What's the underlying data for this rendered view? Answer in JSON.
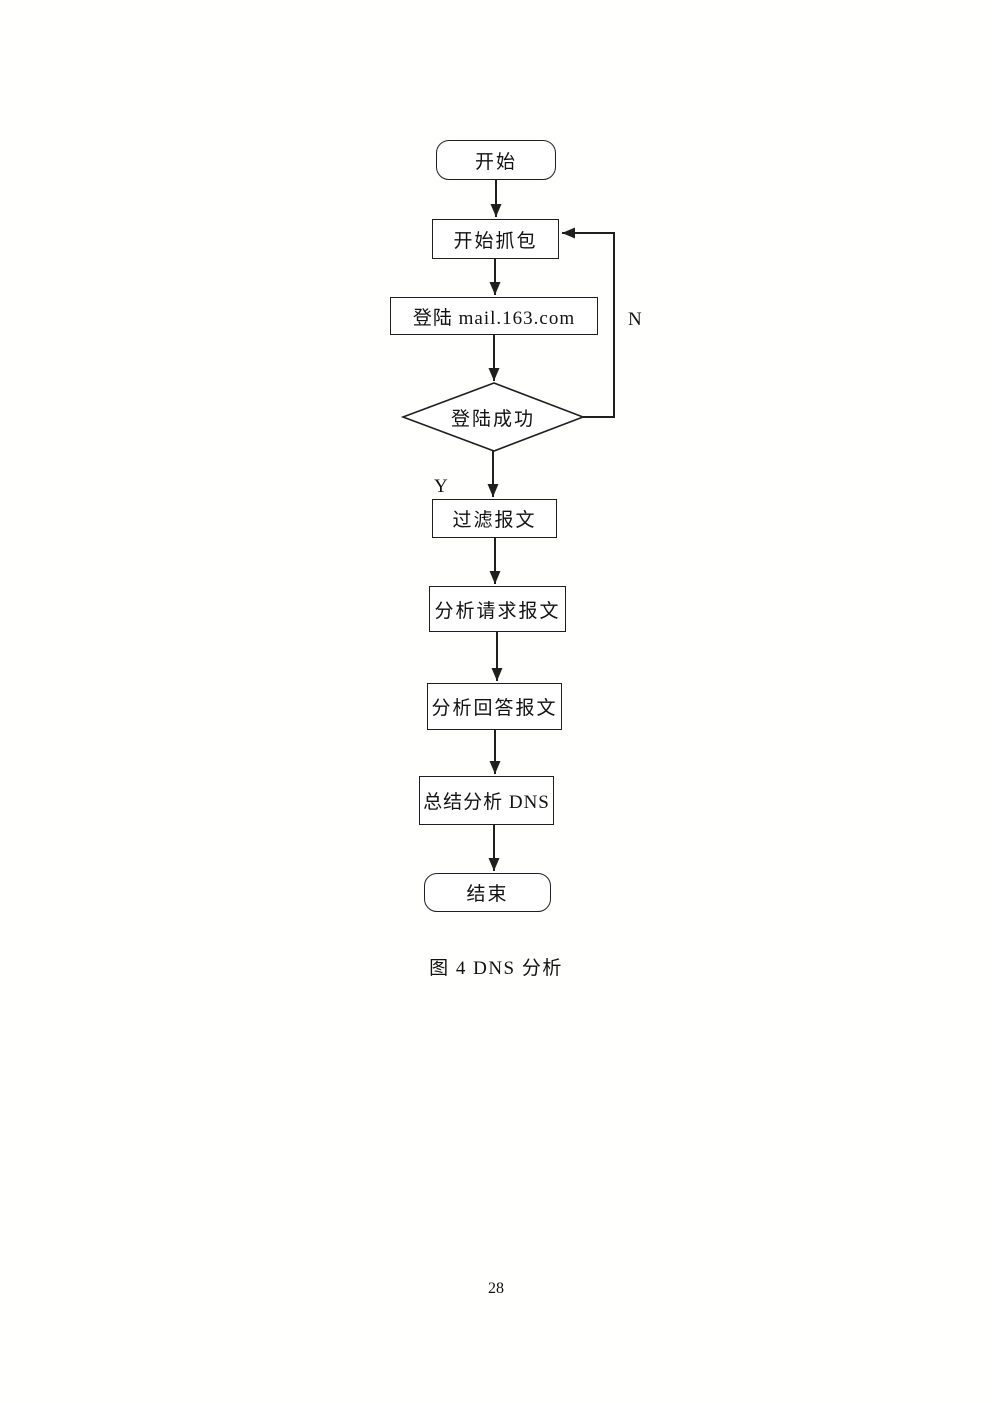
{
  "figure": {
    "caption": "图 4 DNS 分析"
  },
  "page": {
    "number": "28"
  },
  "flowchart": {
    "line_color": "#1f1f1f",
    "nodes": [
      {
        "id": "start",
        "type": "terminator",
        "label": "开始"
      },
      {
        "id": "start-capture",
        "type": "process",
        "label": "开始抓包"
      },
      {
        "id": "login",
        "type": "process",
        "label": "登陆 mail.163.com"
      },
      {
        "id": "login-success",
        "type": "decision",
        "label": "登陆成功"
      },
      {
        "id": "filter-packets",
        "type": "process",
        "label": "过滤报文"
      },
      {
        "id": "analyze-request",
        "type": "process",
        "label": "分析请求报文"
      },
      {
        "id": "analyze-response",
        "type": "process",
        "label": "分析回答报文"
      },
      {
        "id": "summarize-dns",
        "type": "process",
        "label": "总结分析 DNS"
      },
      {
        "id": "end",
        "type": "terminator",
        "label": "结束"
      }
    ],
    "branch_labels": {
      "yes": "Y",
      "no": "N"
    },
    "edges": [
      {
        "from": "start",
        "to": "start-capture",
        "label": ""
      },
      {
        "from": "start-capture",
        "to": "login",
        "label": ""
      },
      {
        "from": "login",
        "to": "login-success",
        "label": ""
      },
      {
        "from": "login-success",
        "to": "filter-packets",
        "label": "Y"
      },
      {
        "from": "login-success",
        "to": "start-capture",
        "label": "N"
      },
      {
        "from": "filter-packets",
        "to": "analyze-request",
        "label": ""
      },
      {
        "from": "analyze-request",
        "to": "analyze-response",
        "label": ""
      },
      {
        "from": "analyze-response",
        "to": "summarize-dns",
        "label": ""
      },
      {
        "from": "summarize-dns",
        "to": "end",
        "label": ""
      }
    ]
  }
}
